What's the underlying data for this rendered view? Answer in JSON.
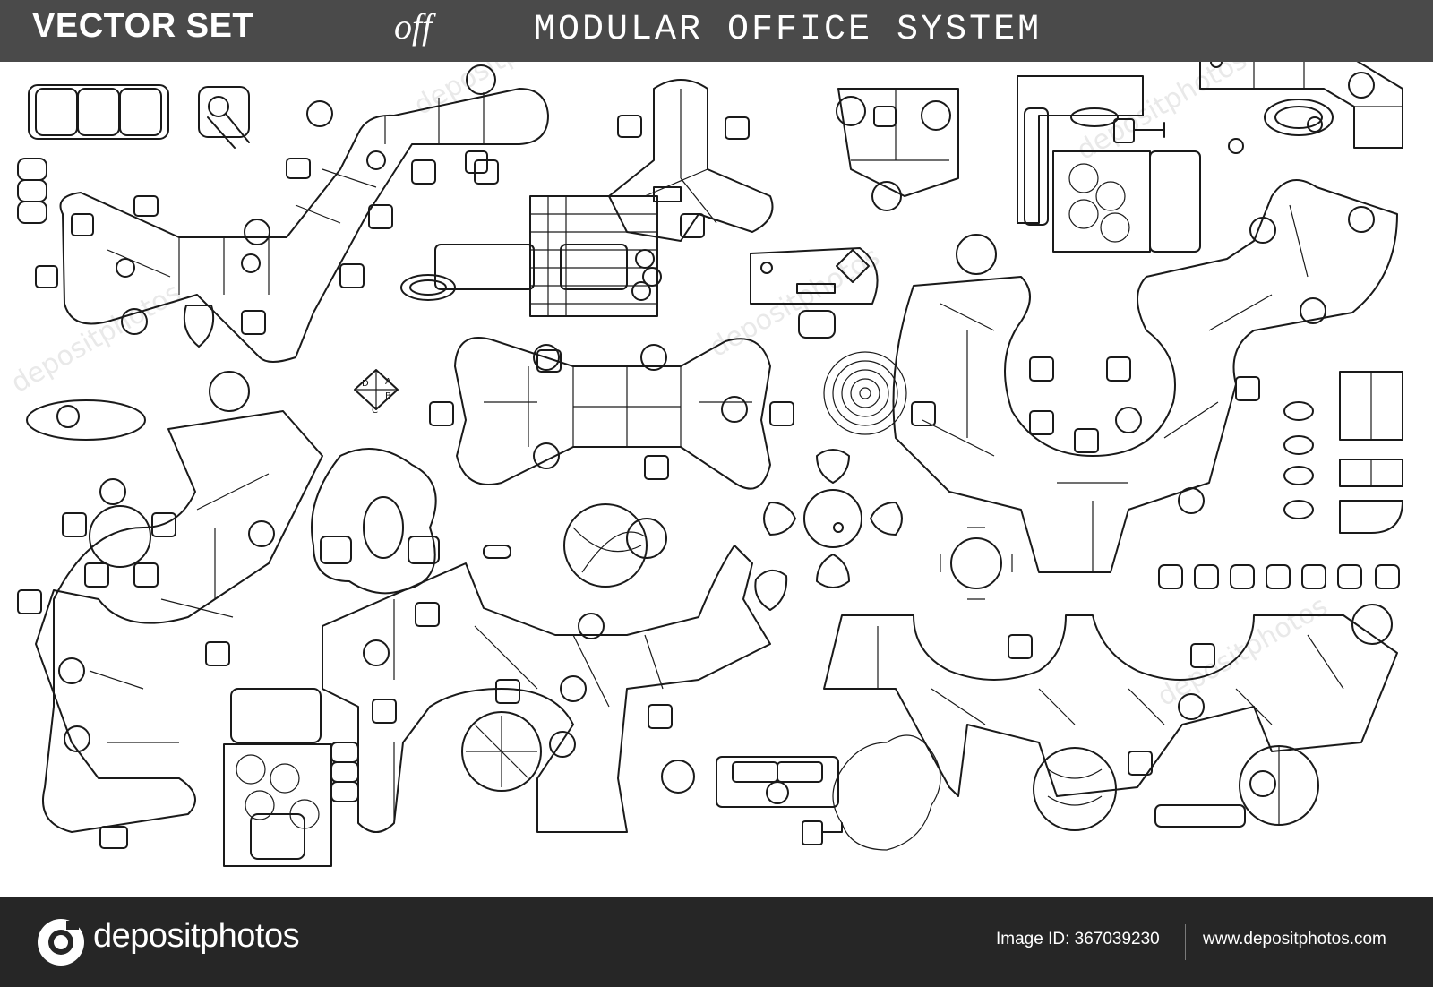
{
  "header": {
    "title_left": "VECTOR SET",
    "title_off": "off",
    "title_right": "MODULAR OFFICE SYSTEM"
  },
  "compass": {
    "labels": [
      "A",
      "B",
      "C",
      "D"
    ]
  },
  "footer": {
    "brand": "depositphotos",
    "image_id": "Image ID: 367039230",
    "site": "www.depositphotos.com"
  },
  "colors": {
    "header_bg": "#4a4a4a",
    "footer_bg": "#262626",
    "ink": "#1a1a1a",
    "background": "#ffffff"
  }
}
